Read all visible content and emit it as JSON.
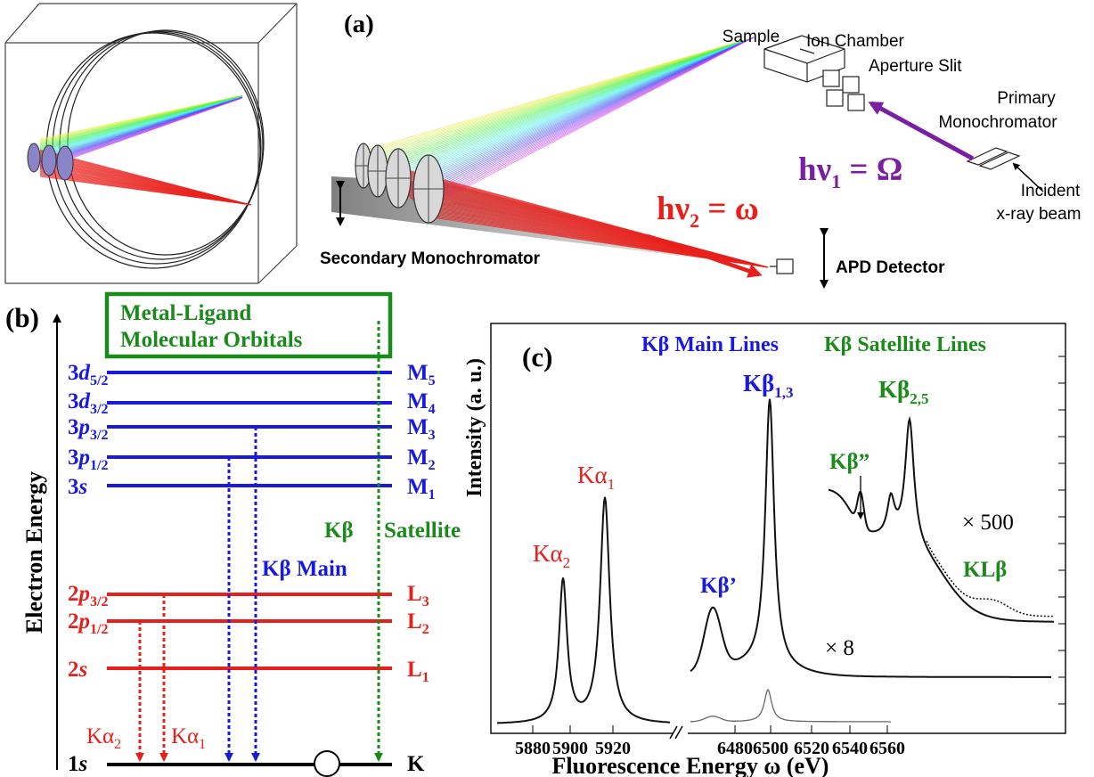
{
  "panel_a": {
    "label": "(a)",
    "sample": "Sample",
    "ion_chamber": "Ion Chamber",
    "aperture_slit": "Aperture Slit",
    "primary_mono_1": "Primary",
    "primary_mono_2": "Monochromator",
    "incident_1": "Incident",
    "incident_2": "x-ray beam",
    "hv1_main": "hν",
    "hv1_sub": "1",
    "hv1_rhs": " = Ω",
    "hv2_main": "hν",
    "hv2_sub": "2",
    "hv2_rhs": " = ω",
    "secondary_mono": "Secondary Monochromator",
    "apd_detector": "APD Detector"
  },
  "panel_b": {
    "label": "(b)",
    "ylabel": "Electron Energy",
    "mo_line1": "Metal-Ligand",
    "mo_line2": "Molecular Orbitals",
    "kb_main": "Kβ Main",
    "kb_sat_1": "Kβ",
    "kb_sat_2": "Satellite",
    "ka2": "Kα",
    "ka2_sub": "2",
    "ka1": "Kα",
    "ka1_sub": "1",
    "levels": [
      {
        "left": "3d",
        "left_sub": "5/2",
        "right": "M",
        "right_sub": "5",
        "color": "#1a1adc"
      },
      {
        "left": "3d",
        "left_sub": "3/2",
        "right": "M",
        "right_sub": "4",
        "color": "#1a1adc"
      },
      {
        "left": "3p",
        "left_sub": "3/2",
        "right": "M",
        "right_sub": "3",
        "color": "#1a1adc"
      },
      {
        "left": "3p",
        "left_sub": "1/2",
        "right": "M",
        "right_sub": "2",
        "color": "#1a1adc"
      },
      {
        "left": "3s",
        "left_sub": "",
        "right": "M",
        "right_sub": "1",
        "color": "#1a1adc"
      },
      {
        "left": "2p",
        "left_sub": "3/2",
        "right": "L",
        "right_sub": "3",
        "color": "#e8201c"
      },
      {
        "left": "2p",
        "left_sub": "1/2",
        "right": "L",
        "right_sub": "2",
        "color": "#e8201c"
      },
      {
        "left": "2s",
        "left_sub": "",
        "right": "L",
        "right_sub": "1",
        "color": "#e8201c"
      },
      {
        "left": "1s",
        "left_sub": "",
        "right": "K",
        "right_sub": "",
        "color": "#000000"
      }
    ]
  },
  "panel_c": {
    "label": "(c)",
    "main_lines": "Kβ Main Lines",
    "sat_lines": "Kβ Satellite Lines",
    "ylabel": "Intensity (a. u.)",
    "xlabel": "Fluorescence Energy ω (eV)",
    "ka2": "Kα",
    "ka2_sub": "2",
    "ka1": "Kα",
    "ka1_sub": "1",
    "kb13": "Kβ",
    "kb13_sub": "1,3",
    "kb25": "Kβ",
    "kb25_sub": "2,5",
    "kbpp": "Kβ”",
    "kbp": "Kβ’",
    "klb": "KLβ",
    "x500": "× 500",
    "x8": "× 8",
    "ticks_left": [
      "5880",
      "5900",
      "5920"
    ],
    "ticks_right": [
      "6480",
      "6500",
      "6520",
      "6540",
      "6560"
    ]
  },
  "colors": {
    "blue": "#1a1adc",
    "red": "#e8201c",
    "green": "#1a8a1a",
    "purple": "#7a1fa2",
    "black": "#000000"
  }
}
